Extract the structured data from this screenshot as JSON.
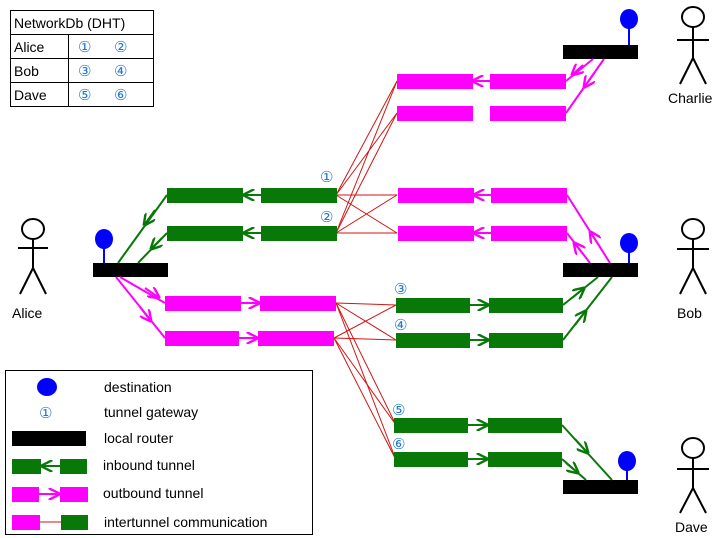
{
  "colors": {
    "inbound": "#087808",
    "outbound": "#ff00ff",
    "router": "#000000",
    "destination": "#0000ff",
    "intertunnel": "#d21414",
    "gateway_text": "#1e78d2"
  },
  "netdb": {
    "title": "NetworkDb (DHT)",
    "rows": [
      {
        "name": "Alice",
        "gw1": "①",
        "gw2": "②"
      },
      {
        "name": "Bob",
        "gw1": "③",
        "gw2": "④"
      },
      {
        "name": "Dave",
        "gw1": "⑤",
        "gw2": "⑥"
      }
    ]
  },
  "people": {
    "alice": "Alice",
    "bob": "Bob",
    "charlie": "Charlie",
    "dave": "Dave"
  },
  "gateways": {
    "g1": "①",
    "g2": "②",
    "g3": "③",
    "g4": "④",
    "g5": "⑤",
    "g6": "⑥"
  },
  "legend": {
    "destination": "destination",
    "gateway_symbol": "①",
    "gateway": "tunnel gateway",
    "router": "local router",
    "inbound": "inbound tunnel",
    "outbound": "outbound tunnel",
    "intertunnel": "intertunnel communication"
  }
}
